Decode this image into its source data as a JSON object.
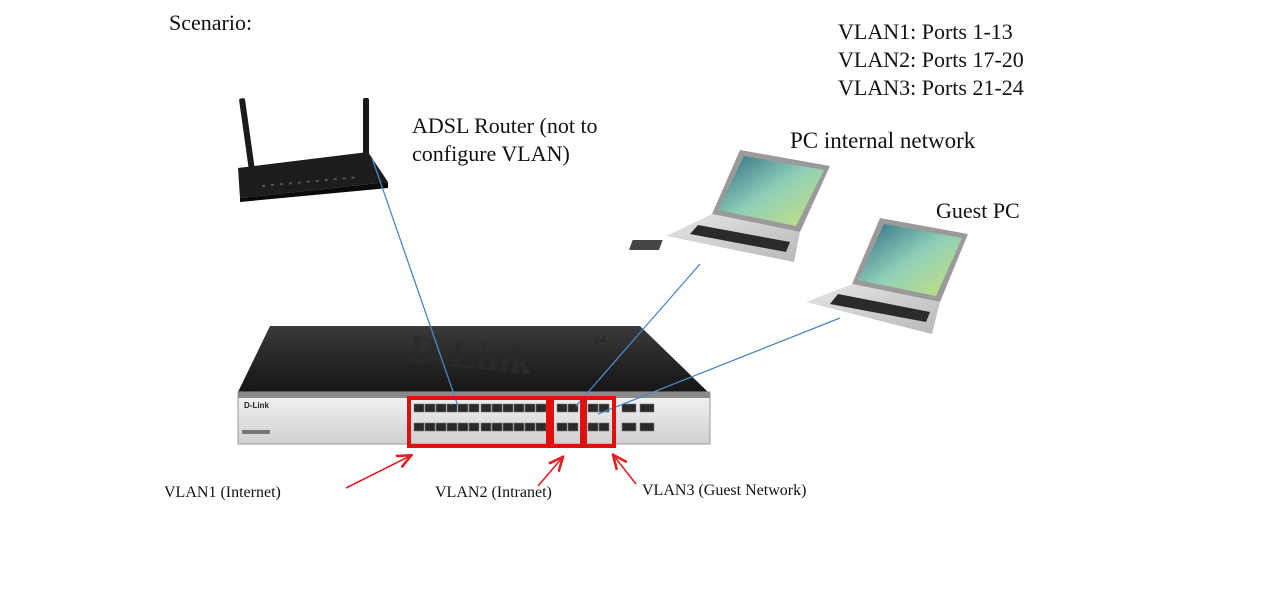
{
  "title": "Scenario:",
  "vlan_summary": [
    "VLAN1: Ports 1-13",
    "VLAN2: Ports 17-20",
    "VLAN3: Ports 21-24"
  ],
  "router_label": [
    "ADSL Router (not to",
    "configure VLAN)"
  ],
  "pc_label": "PC internal network",
  "guest_label": "Guest PC",
  "switch": {
    "brand": "D-Link",
    "port_marker": "24"
  },
  "zone_labels": {
    "vlan1": "VLAN1 (Internet)",
    "vlan2": "VLAN2 (Intranet)",
    "vlan3": "VLAN3 (Guest Network)"
  },
  "colors": {
    "highlight": "#e01010",
    "cable": "#4a86c8",
    "arrow": "#e02020"
  }
}
